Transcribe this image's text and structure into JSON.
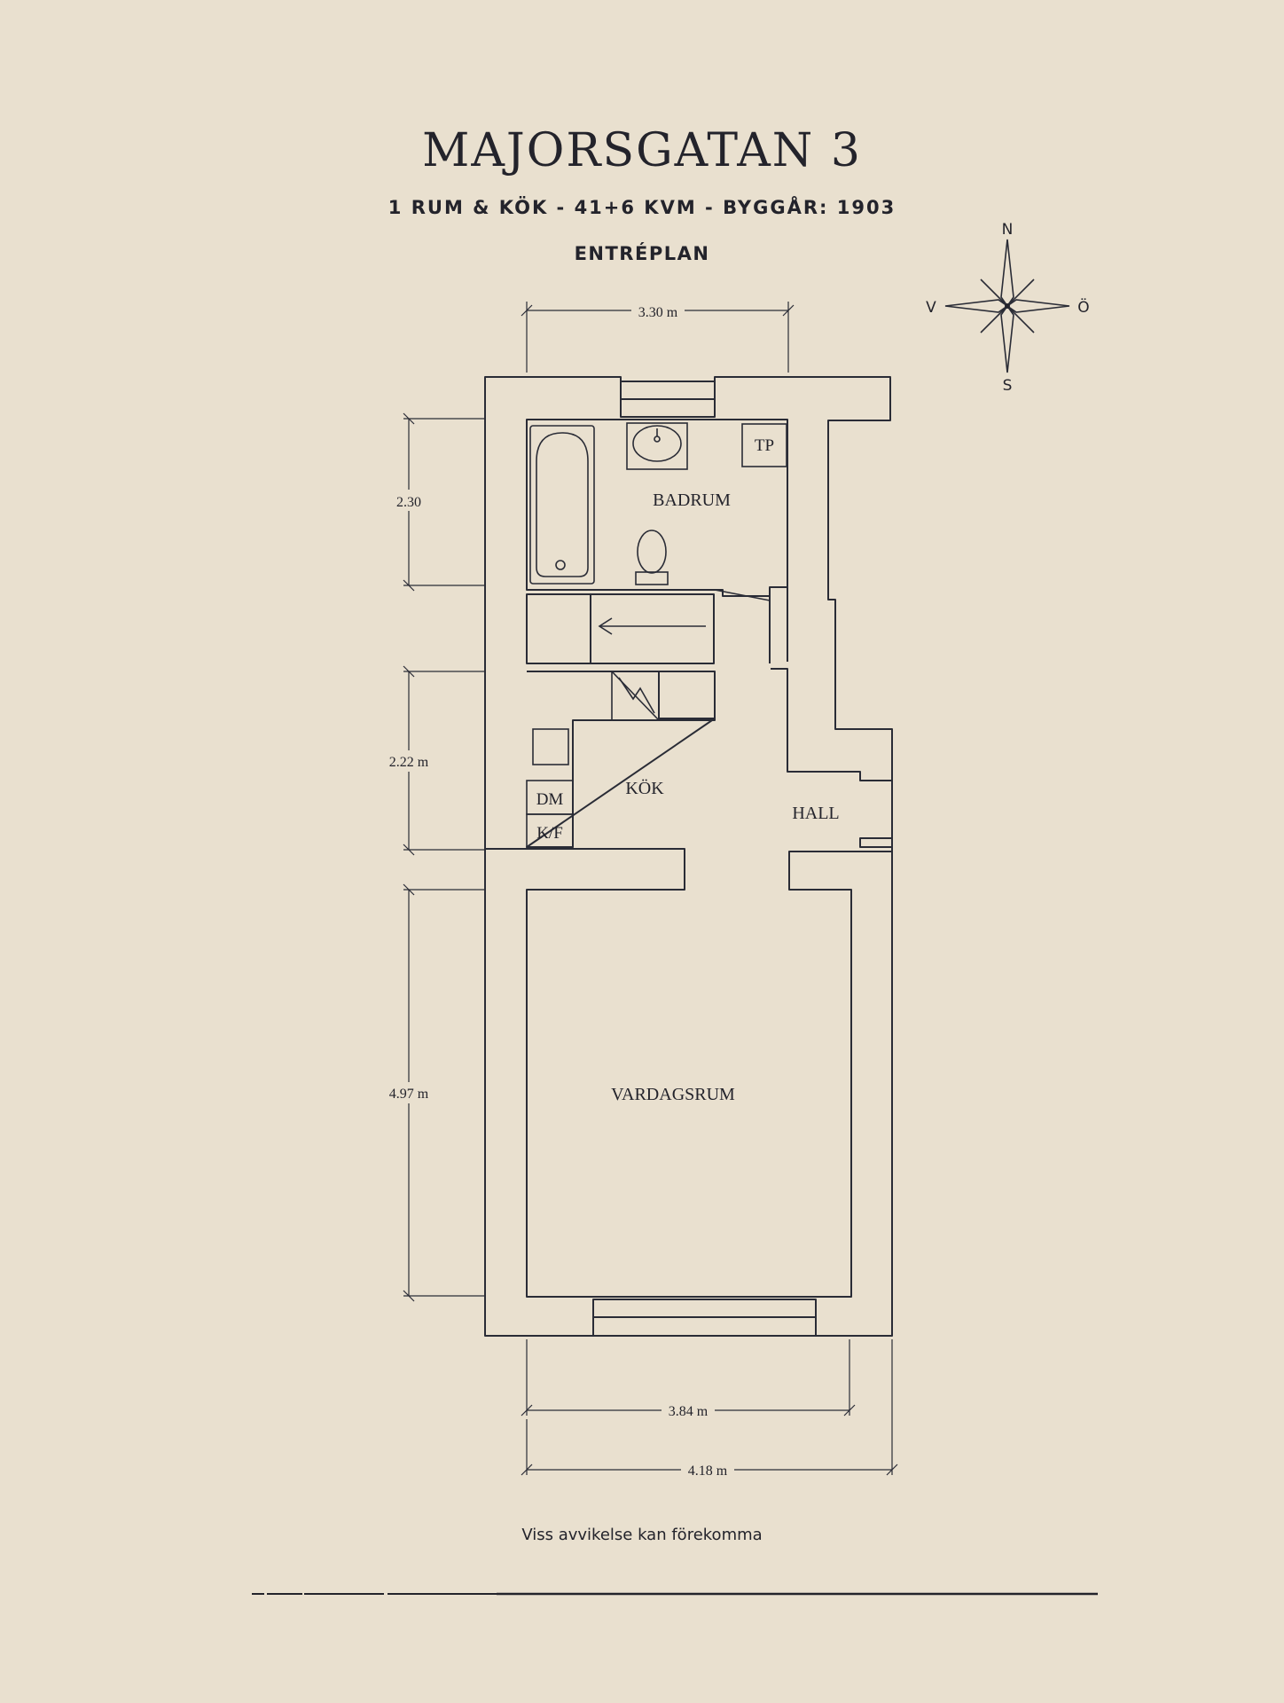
{
  "header": {
    "title": "MAJORSGATAN 3",
    "subtitle": "1 RUM & KÖK  -  41+6 KVM  -  BYGGÅR: 1903",
    "level": "ENTRÉPLAN"
  },
  "compass": {
    "north": "N",
    "east": "Ö",
    "south": "S",
    "west": "V"
  },
  "rooms": {
    "bathroom": "BADRUM",
    "kitchen": "KÖK",
    "hall": "HALL",
    "living_room": "VARDAGSRUM"
  },
  "fixtures": {
    "tp": "TP",
    "dm": "DM",
    "kf": "K/F"
  },
  "dimensions": {
    "top_width": "3.30 m",
    "bathroom_height": "2.30",
    "kitchen_height": "2.22 m",
    "living_height": "4.97 m",
    "inner_width": "3.84 m",
    "outer_width": "4.18 m"
  },
  "footer": {
    "disclaimer": "Viss avvikelse kan förekomma"
  },
  "colors": {
    "background": "#e9e0cf",
    "ink": "#23232b"
  }
}
